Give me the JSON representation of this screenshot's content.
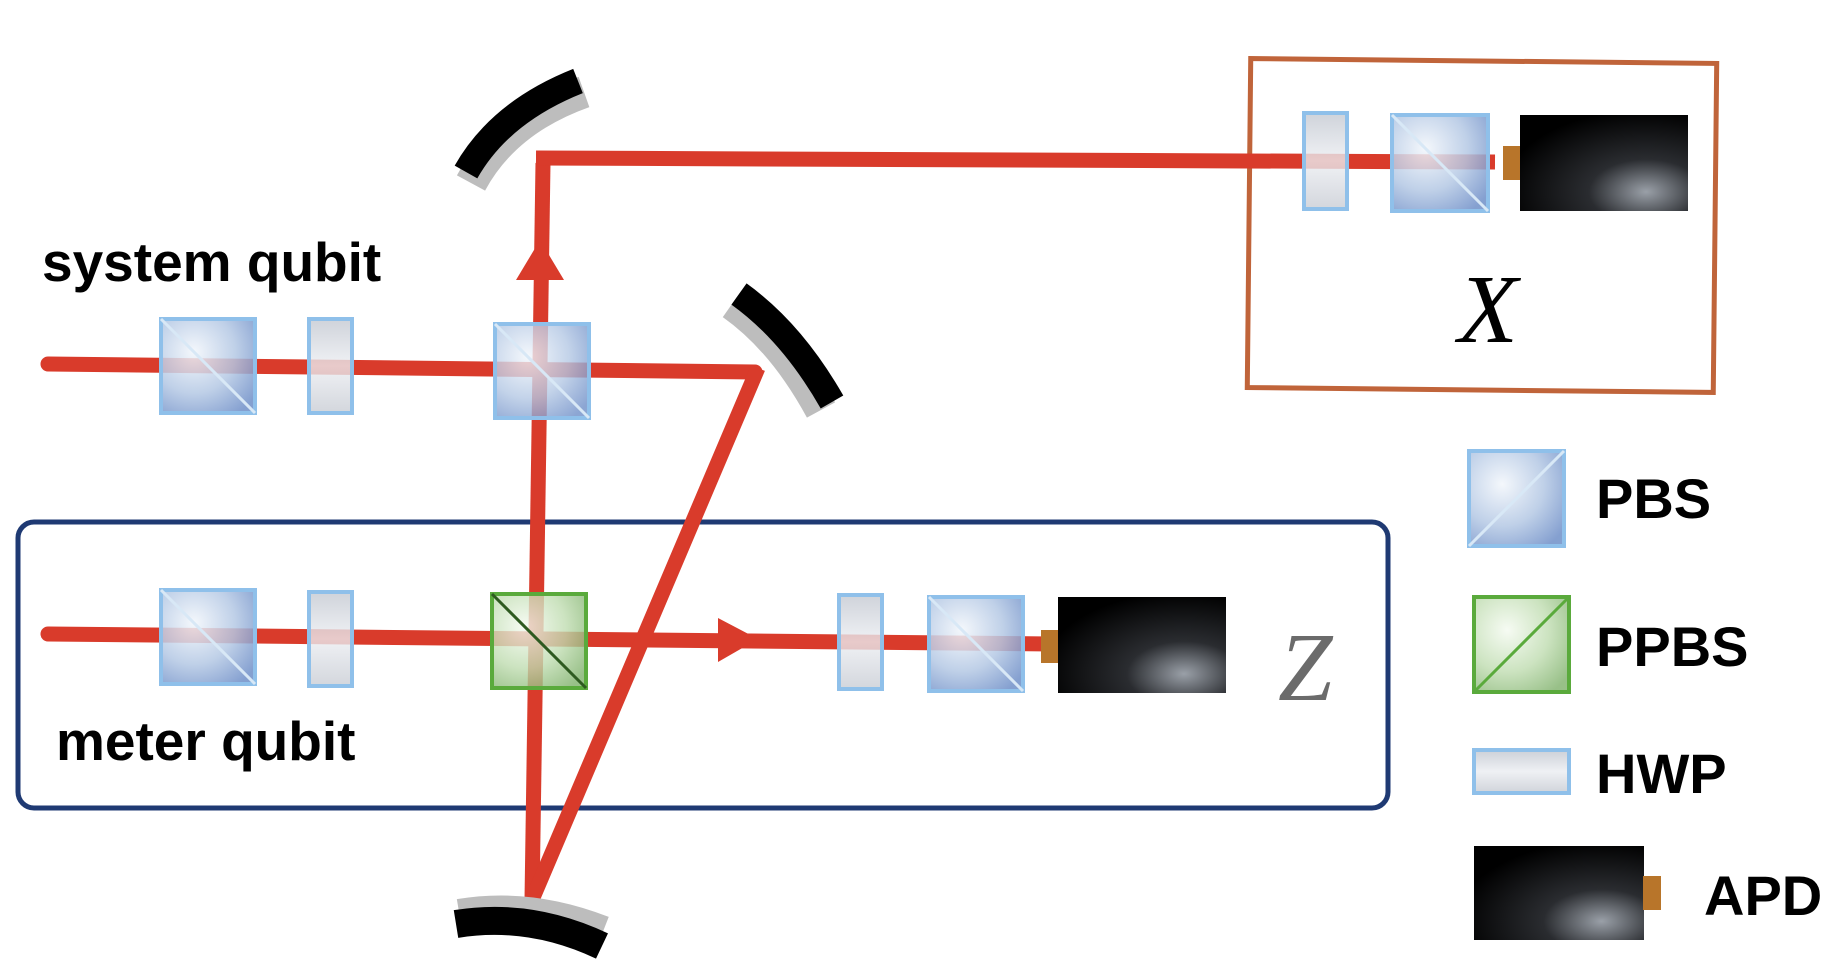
{
  "labels": {
    "system_qubit": "system qubit",
    "meter_qubit": "meter qubit",
    "measure_x": "X",
    "measure_z": "Z"
  },
  "legend": {
    "pbs": "PBS",
    "ppbs": "PPBS",
    "hwp": "HWP",
    "apd": "APD"
  },
  "colors": {
    "beam": "#d93b2b",
    "x_box": "#c0643a",
    "z_box": "#1f3a73",
    "pbs_border": "#8fc0ea",
    "ppbs_border": "#5aaa3c",
    "apd_body": "#000000",
    "apd_port": "#b8752a",
    "mirror_coating": "#bdbdbd"
  },
  "icons": {
    "mirror": "curved-mirror-icon",
    "detector": "apd-detector-icon",
    "beam_splitter": "cube-beam-splitter-icon",
    "waveplate": "half-wave-plate-icon"
  }
}
